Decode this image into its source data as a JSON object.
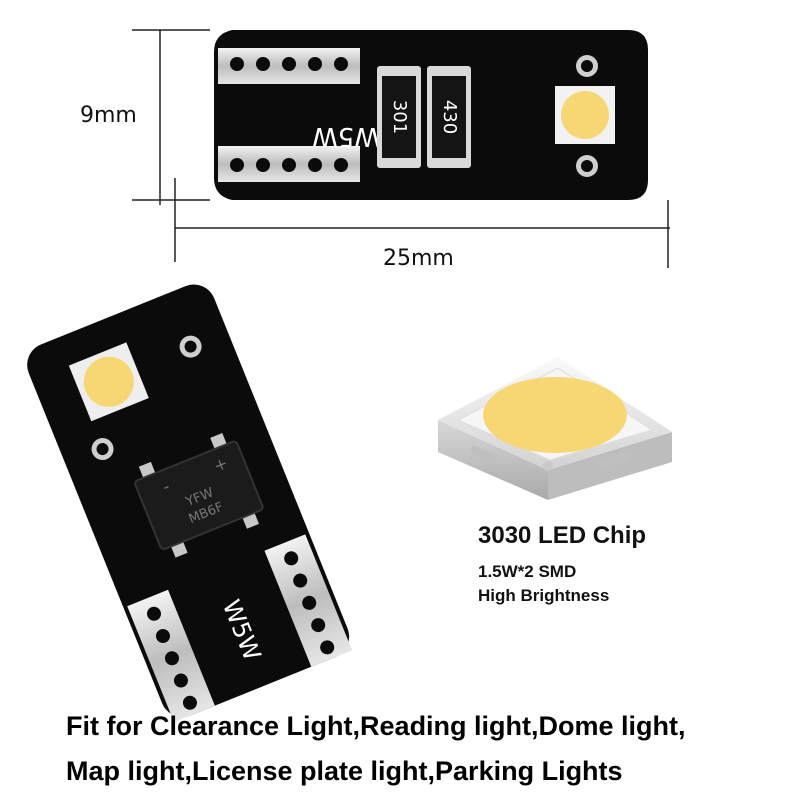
{
  "dimensions": {
    "height_label": "9mm",
    "width_label": "25mm"
  },
  "top_board": {
    "marking": "W5W",
    "resistor_1": "301",
    "resistor_2": "430"
  },
  "angled_board": {
    "marking": "W5W",
    "rectifier_line_1": "YFW",
    "rectifier_line_2": "MB6F",
    "rectifier_minus": "-",
    "rectifier_plus": "+"
  },
  "chip": {
    "title": "3030 LED Chip",
    "spec_line_1": "1.5W*2 SMD",
    "spec_line_2": "High Brightness"
  },
  "footer": {
    "line_1": "Fit for Clearance Light,Reading light,Dome light,",
    "line_2": "Map light,License plate light,Parking Lights"
  },
  "colors": {
    "pcb": "#0b0b0b",
    "silver_pad": "#d6d6d6",
    "led_yellow": "#f7d773",
    "chip_body": "#ececec"
  }
}
